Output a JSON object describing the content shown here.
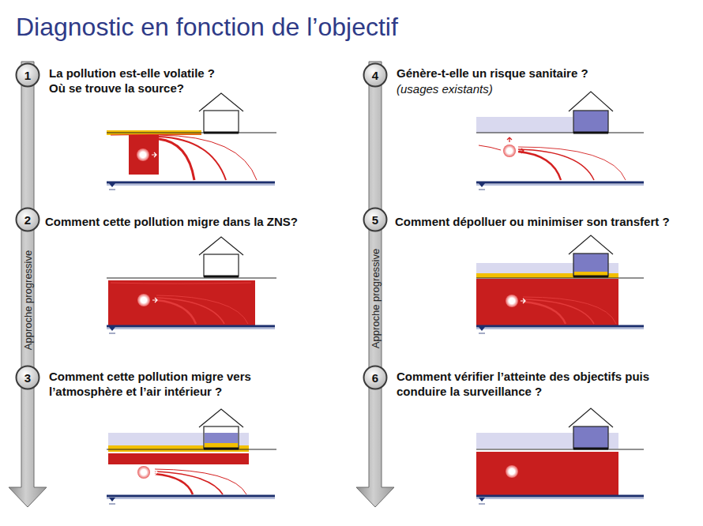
{
  "diagram": {
    "title": "Diagnostic en fonction de l’objectif",
    "nodes": [
      {
        "text": [
          "Approche progressive"
        ]
      },
      {
        "text": [
          "1"
        ],
        "in": 0
      },
      {
        "text": [
          "2"
        ],
        "in": 0
      },
      {
        "text": [
          "3"
        ],
        "in": 0
      },
      {
        "text": [
          "Approche progressive"
        ]
      },
      {
        "text": [
          "4"
        ],
        "in": 4
      },
      {
        "text": [
          "5"
        ],
        "in": 4
      },
      {
        "text": [
          "6"
        ],
        "in": 4
      }
    ],
    "labels": [
      "La pollution est-elle volatile ? Où se trouve la source?",
      "Comment cette pollution migre dans la ZNS?",
      "Comment cette pollution migre vers l’atmosphère et l’air intérieur ?",
      "Génère-t-elle un risque sanitaire ?",
      "(usages existants)",
      "Comment dépolluer ou minimiser son transfert ?",
      "Comment vérifier l’atteinte des objectifs puis conduire la surveillance ?"
    ]
  }
}
